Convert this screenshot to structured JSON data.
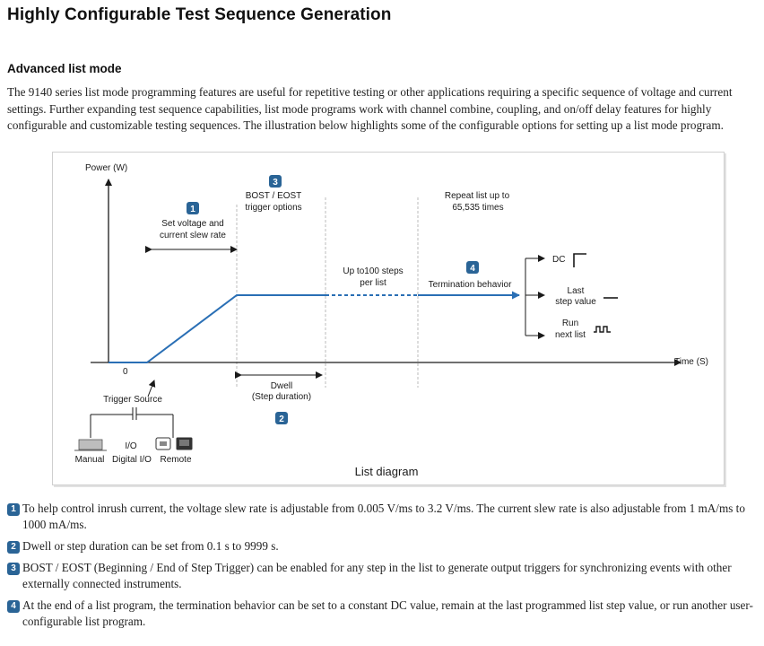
{
  "page": {
    "title": "Highly Configurable Test Sequence Generation",
    "subtitle": "Advanced list mode",
    "intro": "The 9140 series list mode programming features are useful for repetitive testing or other applications requiring a specific sequence of voltage and current settings. Further expanding test sequence capabilities, list mode programs work with channel combine, coupling, and on/off delay features for highly configurable and customizable testing sequences. The illustration below highlights some of the configurable options for setting up a list mode program."
  },
  "diagram": {
    "caption": "List diagram",
    "y_axis_label": "Power (W)",
    "x_axis_label": "Time (S)",
    "origin_label": "0",
    "callout1_line1": "Set voltage and",
    "callout1_line2": "current slew rate",
    "callout3_line1": "BOST / EOST",
    "callout3_line2": "trigger options",
    "repeat_line1": "Repeat list up to",
    "repeat_line2": "65,535 times",
    "steps_line1": "Up to100 steps",
    "steps_line2": "per list",
    "termination_label": "Termination behavior",
    "dc_label": "DC",
    "last_line1": "Last",
    "last_line2": "step value",
    "run_line1": "Run",
    "run_line2": "next list",
    "dwell_line1": "Dwell",
    "dwell_line2": "(Step duration)",
    "trigger_source": "Trigger Source",
    "io_label": "I/O",
    "manual_label": "Manual",
    "digital_io_label": "Digital I/O",
    "remote_label": "Remote",
    "badge_1": "1",
    "badge_2": "2",
    "badge_3": "3",
    "badge_4": "4",
    "line_color": "#2a6fb5",
    "badge_color": "#2a6496"
  },
  "notes": [
    {
      "num": "1",
      "text": "To help control inrush current, the voltage slew rate is adjustable from 0.005 V/ms to 3.2 V/ms. The current slew rate is also adjustable from 1 mA/ms to 1000 mA/ms."
    },
    {
      "num": "2",
      "text": "Dwell or step duration can be set from 0.1 s to 9999 s."
    },
    {
      "num": "3",
      "text": "BOST / EOST (Beginning / End of Step Trigger) can be enabled for any step in the list to generate output triggers for synchronizing events with other externally connected instruments."
    },
    {
      "num": "4",
      "text": "At the end of a list program, the termination behavior can be set to a constant DC value, remain at the  last programmed list step value, or run another user-configurable list program."
    }
  ]
}
